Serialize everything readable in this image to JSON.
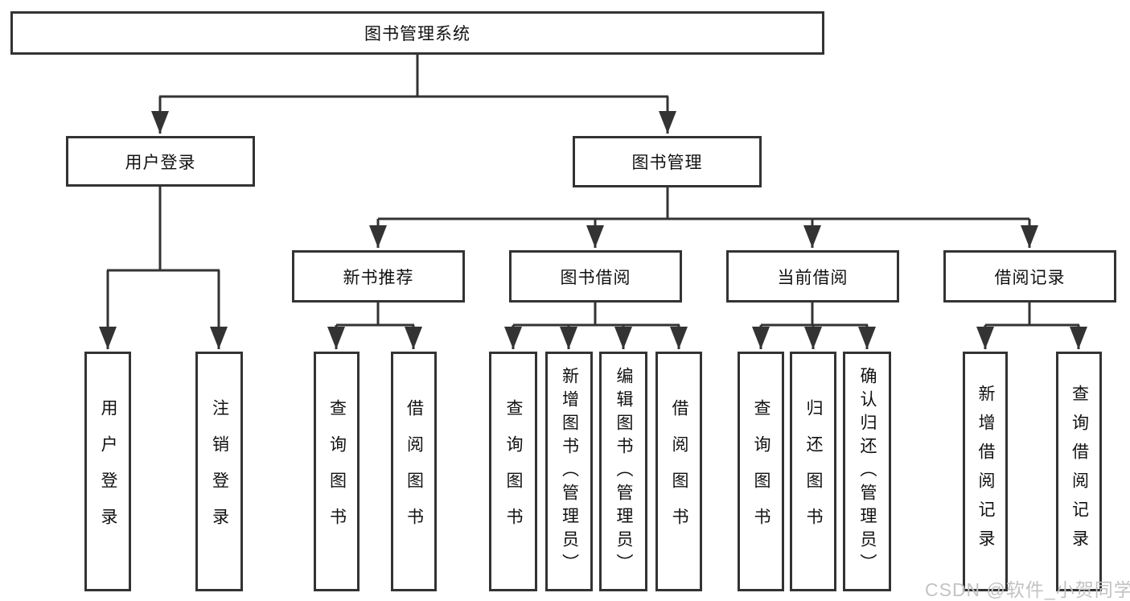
{
  "root": {
    "label": "图书管理系统"
  },
  "branches": [
    {
      "label": "用户登录",
      "children": [
        {
          "label": "用户登录"
        },
        {
          "label": "注销登录"
        }
      ]
    },
    {
      "label": "图书管理",
      "children": [
        {
          "label": "新书推荐",
          "children": [
            {
              "label": "查询图书"
            },
            {
              "label": "借阅图书"
            }
          ]
        },
        {
          "label": "图书借阅",
          "children": [
            {
              "label": "查询图书"
            },
            {
              "label": "新增图书（管理员）"
            },
            {
              "label": "编辑图书（管理员）"
            },
            {
              "label": "借阅图书"
            }
          ]
        },
        {
          "label": "当前借阅",
          "children": [
            {
              "label": "查询图书"
            },
            {
              "label": "归还图书"
            },
            {
              "label": "确认归还（管理员）"
            }
          ]
        },
        {
          "label": "借阅记录",
          "children": [
            {
              "label": "新增借阅记录"
            },
            {
              "label": "查询借阅记录"
            }
          ]
        }
      ]
    }
  ],
  "watermark": "CSDN @软件_小贺同学",
  "colors": {
    "line": "#333333",
    "box_border": "#333333",
    "box_background": "#ffffff",
    "text": "#111111",
    "watermark": "#c3c3c3"
  }
}
